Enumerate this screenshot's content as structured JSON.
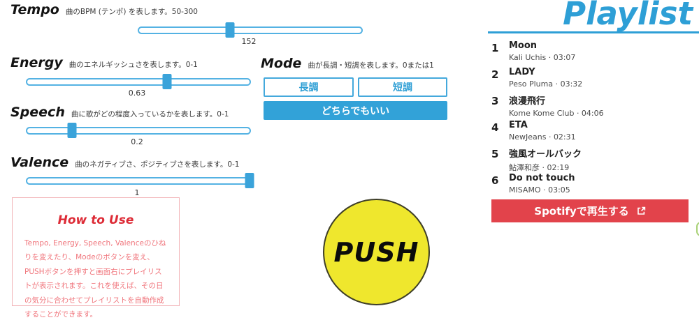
{
  "sliders": [
    {
      "name": "Tempo",
      "desc": "曲のBPM (テンポ) を表します。50-300",
      "value": "152",
      "percent": 40.8
    },
    {
      "name": "Energy",
      "desc": "曲のエネルギッシュさを表します。0-1",
      "value": "0.63",
      "percent": 63
    },
    {
      "name": "Speech",
      "desc": "曲に歌がどの程度入っているかを表します。0-1",
      "value": "0.2",
      "percent": 20
    },
    {
      "name": "Valence",
      "desc": "曲のネガティブさ、ポジティブさを表します。0-1",
      "value": "1",
      "percent": 100
    }
  ],
  "mode": {
    "name": "Mode",
    "desc": "曲が長調・短調を表します。0または1",
    "major_label": "長調",
    "minor_label": "短調",
    "either_label": "どちらでもいい"
  },
  "push_label": "PUSH",
  "how_to_use": {
    "title": "How to Use",
    "body": "Tempo, Energy, Speech, Valenceのひねりを変えたり、Modeのボタンを変え、PUSHボタンを押すと画面右にプレイリストが表示されます。これを使えば、その日の気分に合わせてプレイリストを自動作成することができます。"
  },
  "playlist": {
    "title": "Playlist",
    "tracks": [
      {
        "num": "1",
        "title": "Moon",
        "meta": "Kali Uchis · 03:07"
      },
      {
        "num": "2",
        "title": "LADY",
        "meta": "Peso Pluma · 03:32"
      },
      {
        "num": "3",
        "title": "浪漫飛行",
        "meta": "Kome Kome Club · 04:06"
      },
      {
        "num": "4",
        "title": "ETA",
        "meta": "NewJeans · 02:31"
      },
      {
        "num": "5",
        "title": "強風オールバック",
        "meta": "鮎澤和彦 · 02:19"
      },
      {
        "num": "6",
        "title": "Do not touch",
        "meta": "MISAMO · 03:05"
      }
    ],
    "spotify_button_label": "Spotifyで再生する"
  },
  "colors": {
    "accent": "#2e9fd6",
    "red": "#e2434b",
    "yellow": "#efe72d"
  }
}
